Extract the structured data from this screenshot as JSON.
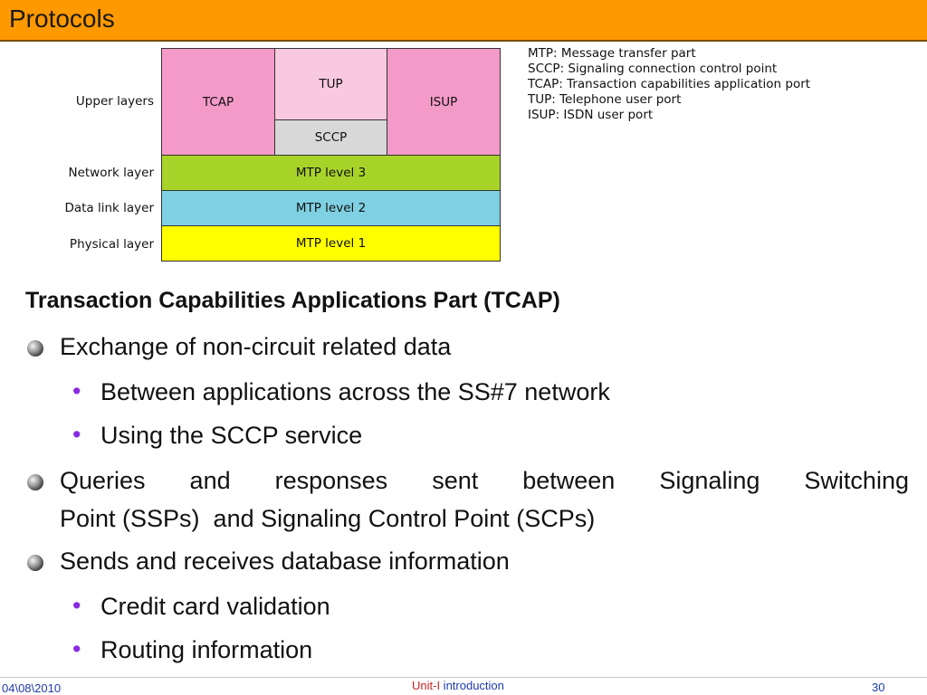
{
  "slide": {
    "title": "Protocols"
  },
  "diagram": {
    "layer_labels": {
      "upper": "Upper layers",
      "network": "Network layer",
      "datalink": "Data link layer",
      "physical": "Physical layer"
    },
    "boxes": {
      "tcap": "TCAP",
      "tup": "TUP",
      "isup": "ISUP",
      "sccp": "SCCP",
      "mtp3": "MTP level 3",
      "mtp2": "MTP level 2",
      "mtp1": "MTP level 1"
    },
    "colors": {
      "tcap": "#f49ac9",
      "tup": "#f9c9e0",
      "isup": "#f49ac9",
      "sccp": "#d8d8d8",
      "mtp3": "#a8d42a",
      "mtp2": "#7fd0e2",
      "mtp1": "#ffff00"
    },
    "legend": [
      "MTP: Message transfer part",
      "SCCP: Signaling connection control point",
      "TCAP: Transaction capabilities application port",
      "TUP: Telephone user port",
      "ISUP: ISDN user port"
    ]
  },
  "content": {
    "heading": "Transaction Capabilities Applications Part (TCAP)",
    "bullet1": "Exchange of non-circuit related data",
    "bullet1_sub1": "Between applications across the SS#7 network",
    "bullet1_sub2": "Using the SCCP service",
    "bullet2_words": [
      "Queries",
      "and",
      "responses",
      "sent",
      "between",
      "Signaling",
      "Switching"
    ],
    "bullet2_line2": "Point (SSPs)  and Signaling Control Point (SCPs)",
    "bullet3": "Sends and receives database information",
    "bullet3_sub1": "Credit card validation",
    "bullet3_sub2": "Routing information"
  },
  "footer": {
    "date": "04\\08\\2010",
    "center_prefix": "Unit-I",
    "center_suffix": " introduction",
    "page": "30"
  },
  "theme": {
    "title_bar": "#ff9900",
    "sub_bullet": "#8a2be2",
    "footer_text": "#1f3aa8"
  }
}
